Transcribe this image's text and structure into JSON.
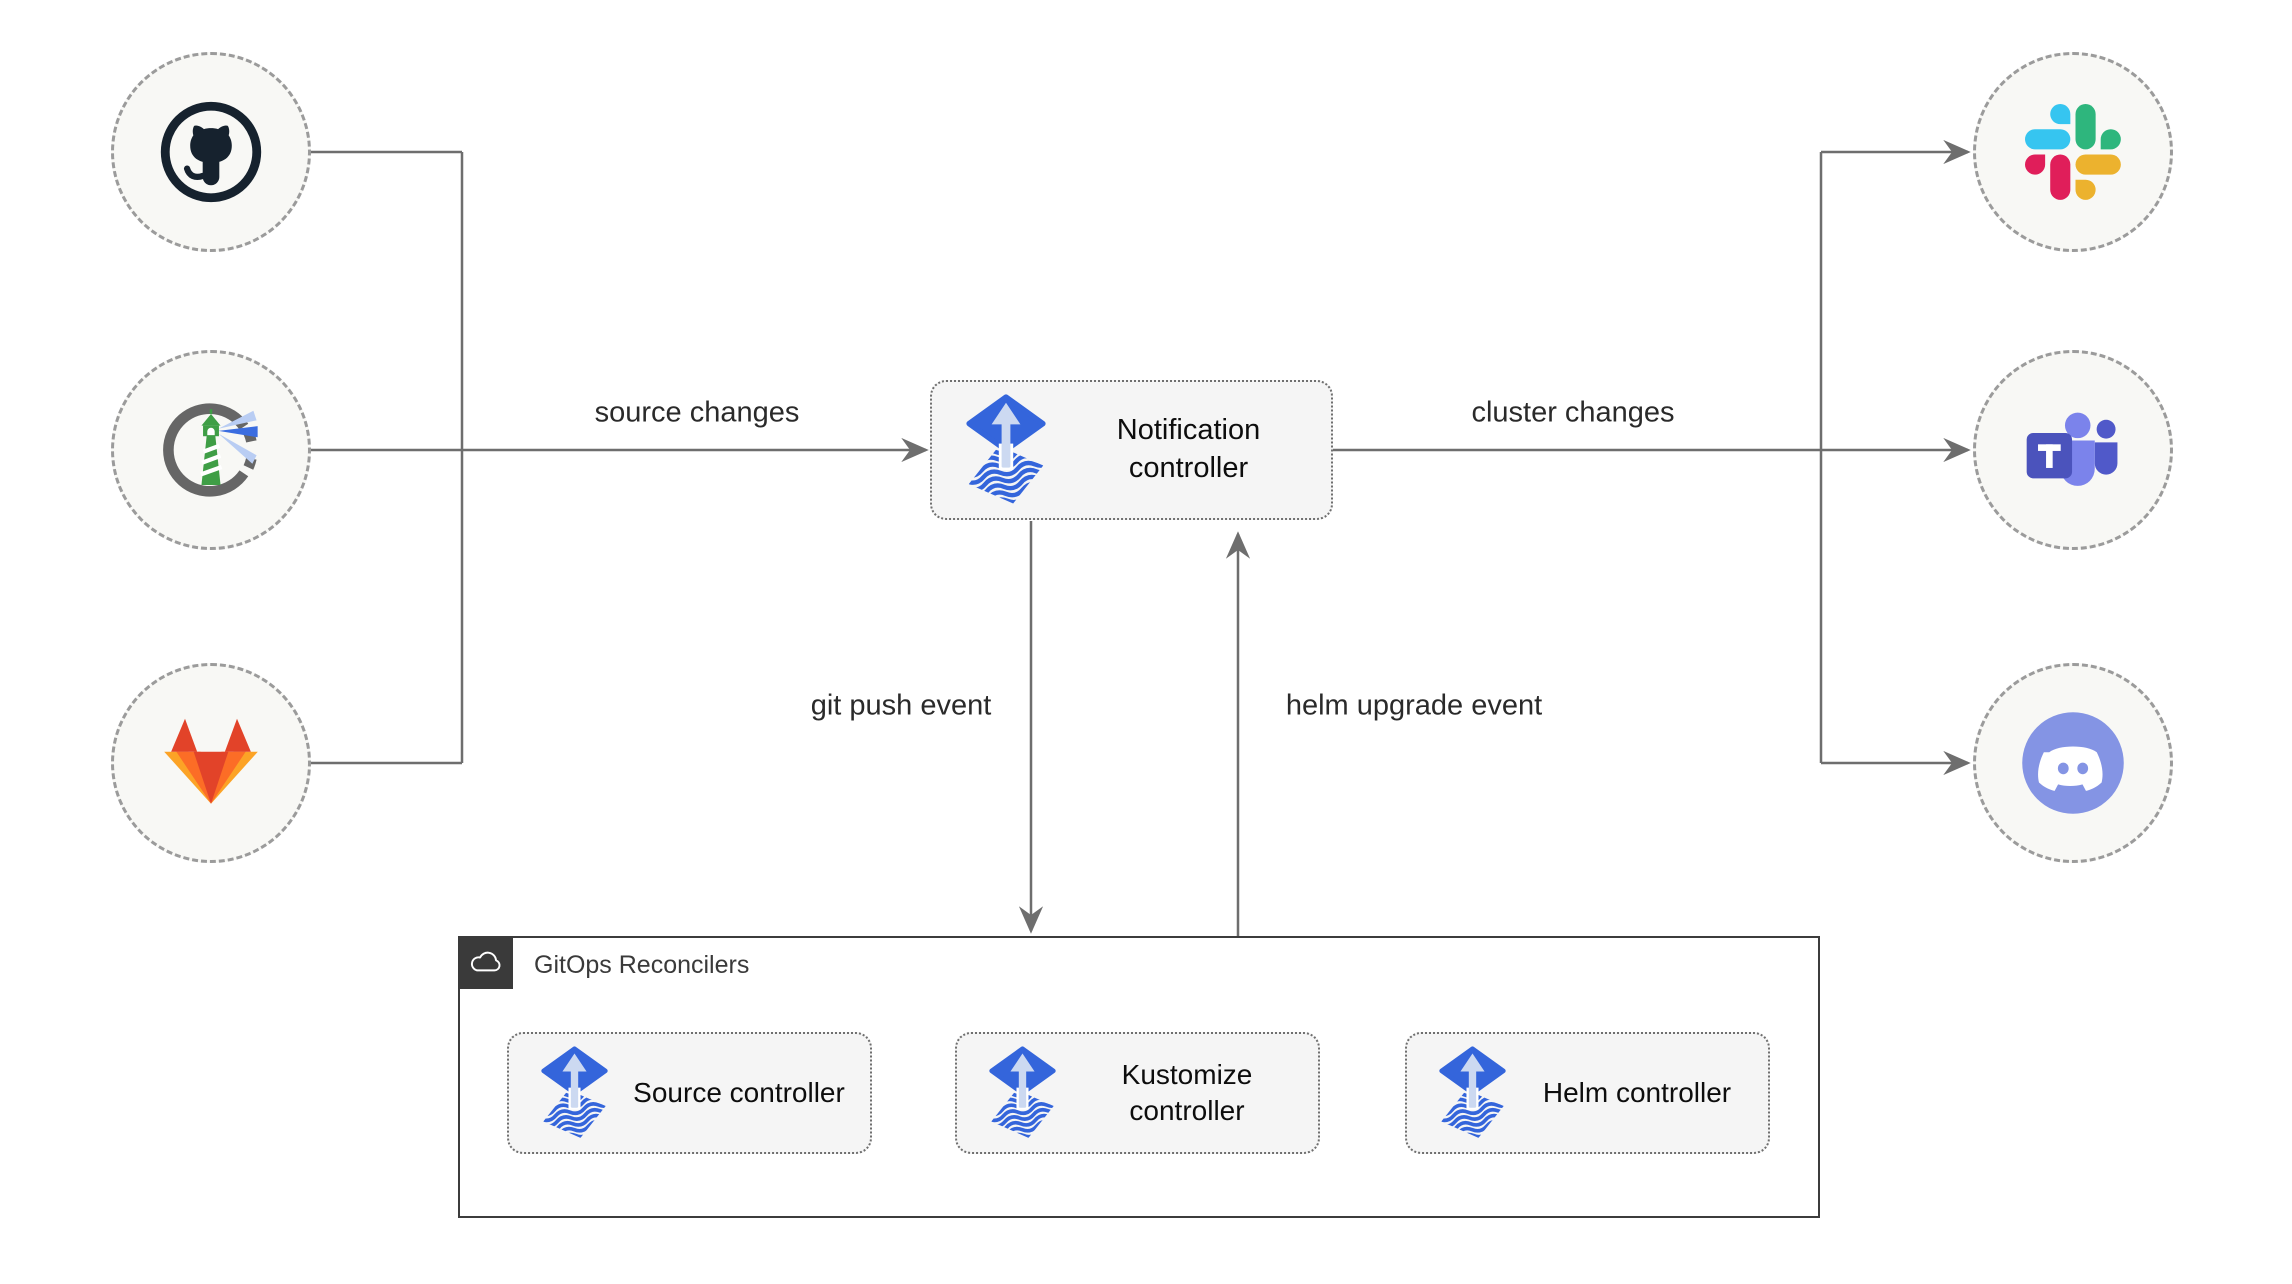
{
  "edges": {
    "source_changes": "source changes",
    "cluster_changes": "cluster changes",
    "git_push_event": "git push event",
    "helm_upgrade_event": "helm upgrade event"
  },
  "notification": {
    "label": "Notification controller",
    "icon": "flux-icon"
  },
  "reconcilers": {
    "group_label": "GitOps Reconcilers",
    "group_icon": "cloud-icon",
    "items": [
      {
        "label": "Source controller",
        "icon": "flux-icon"
      },
      {
        "label": "Kustomize controller",
        "icon": "flux-icon"
      },
      {
        "label": "Helm controller",
        "icon": "flux-icon"
      }
    ]
  },
  "sources": [
    {
      "icon": "github-icon"
    },
    {
      "icon": "harbor-icon"
    },
    {
      "icon": "gitlab-icon"
    }
  ],
  "providers": [
    {
      "icon": "slack-icon"
    },
    {
      "icon": "microsoft-teams-icon"
    },
    {
      "icon": "discord-icon"
    }
  ],
  "colors": {
    "flux_blue": "#3465db",
    "flux_arrow_light": "#ccd9f1",
    "connector_gray": "#6e6e6e",
    "node_fill": "#f5f5f5",
    "node_border": "#6f6f6f",
    "circle_fill": "#f8f8f5",
    "circle_border": "#9b9b9b",
    "group_border": "#3c3c3c",
    "badge_bg": "#3a3a3a",
    "github_dark": "#16222e",
    "gitlab_red": "#e24329",
    "gitlab_orange": "#fc6d26",
    "gitlab_yellow": "#fca326",
    "slack_blue": "#36c5f0",
    "slack_green": "#2eb67d",
    "slack_red": "#e01e5a",
    "slack_yellow": "#ecb22e",
    "teams_purple": "#4b53bc",
    "teams_light": "#7b83eb",
    "discord_blurple": "#8494e4",
    "harbor_green": "#3f9e46",
    "harbor_gray": "#666666",
    "beam_light": "#b9cdf3",
    "beam_dark": "#3b6de0"
  }
}
